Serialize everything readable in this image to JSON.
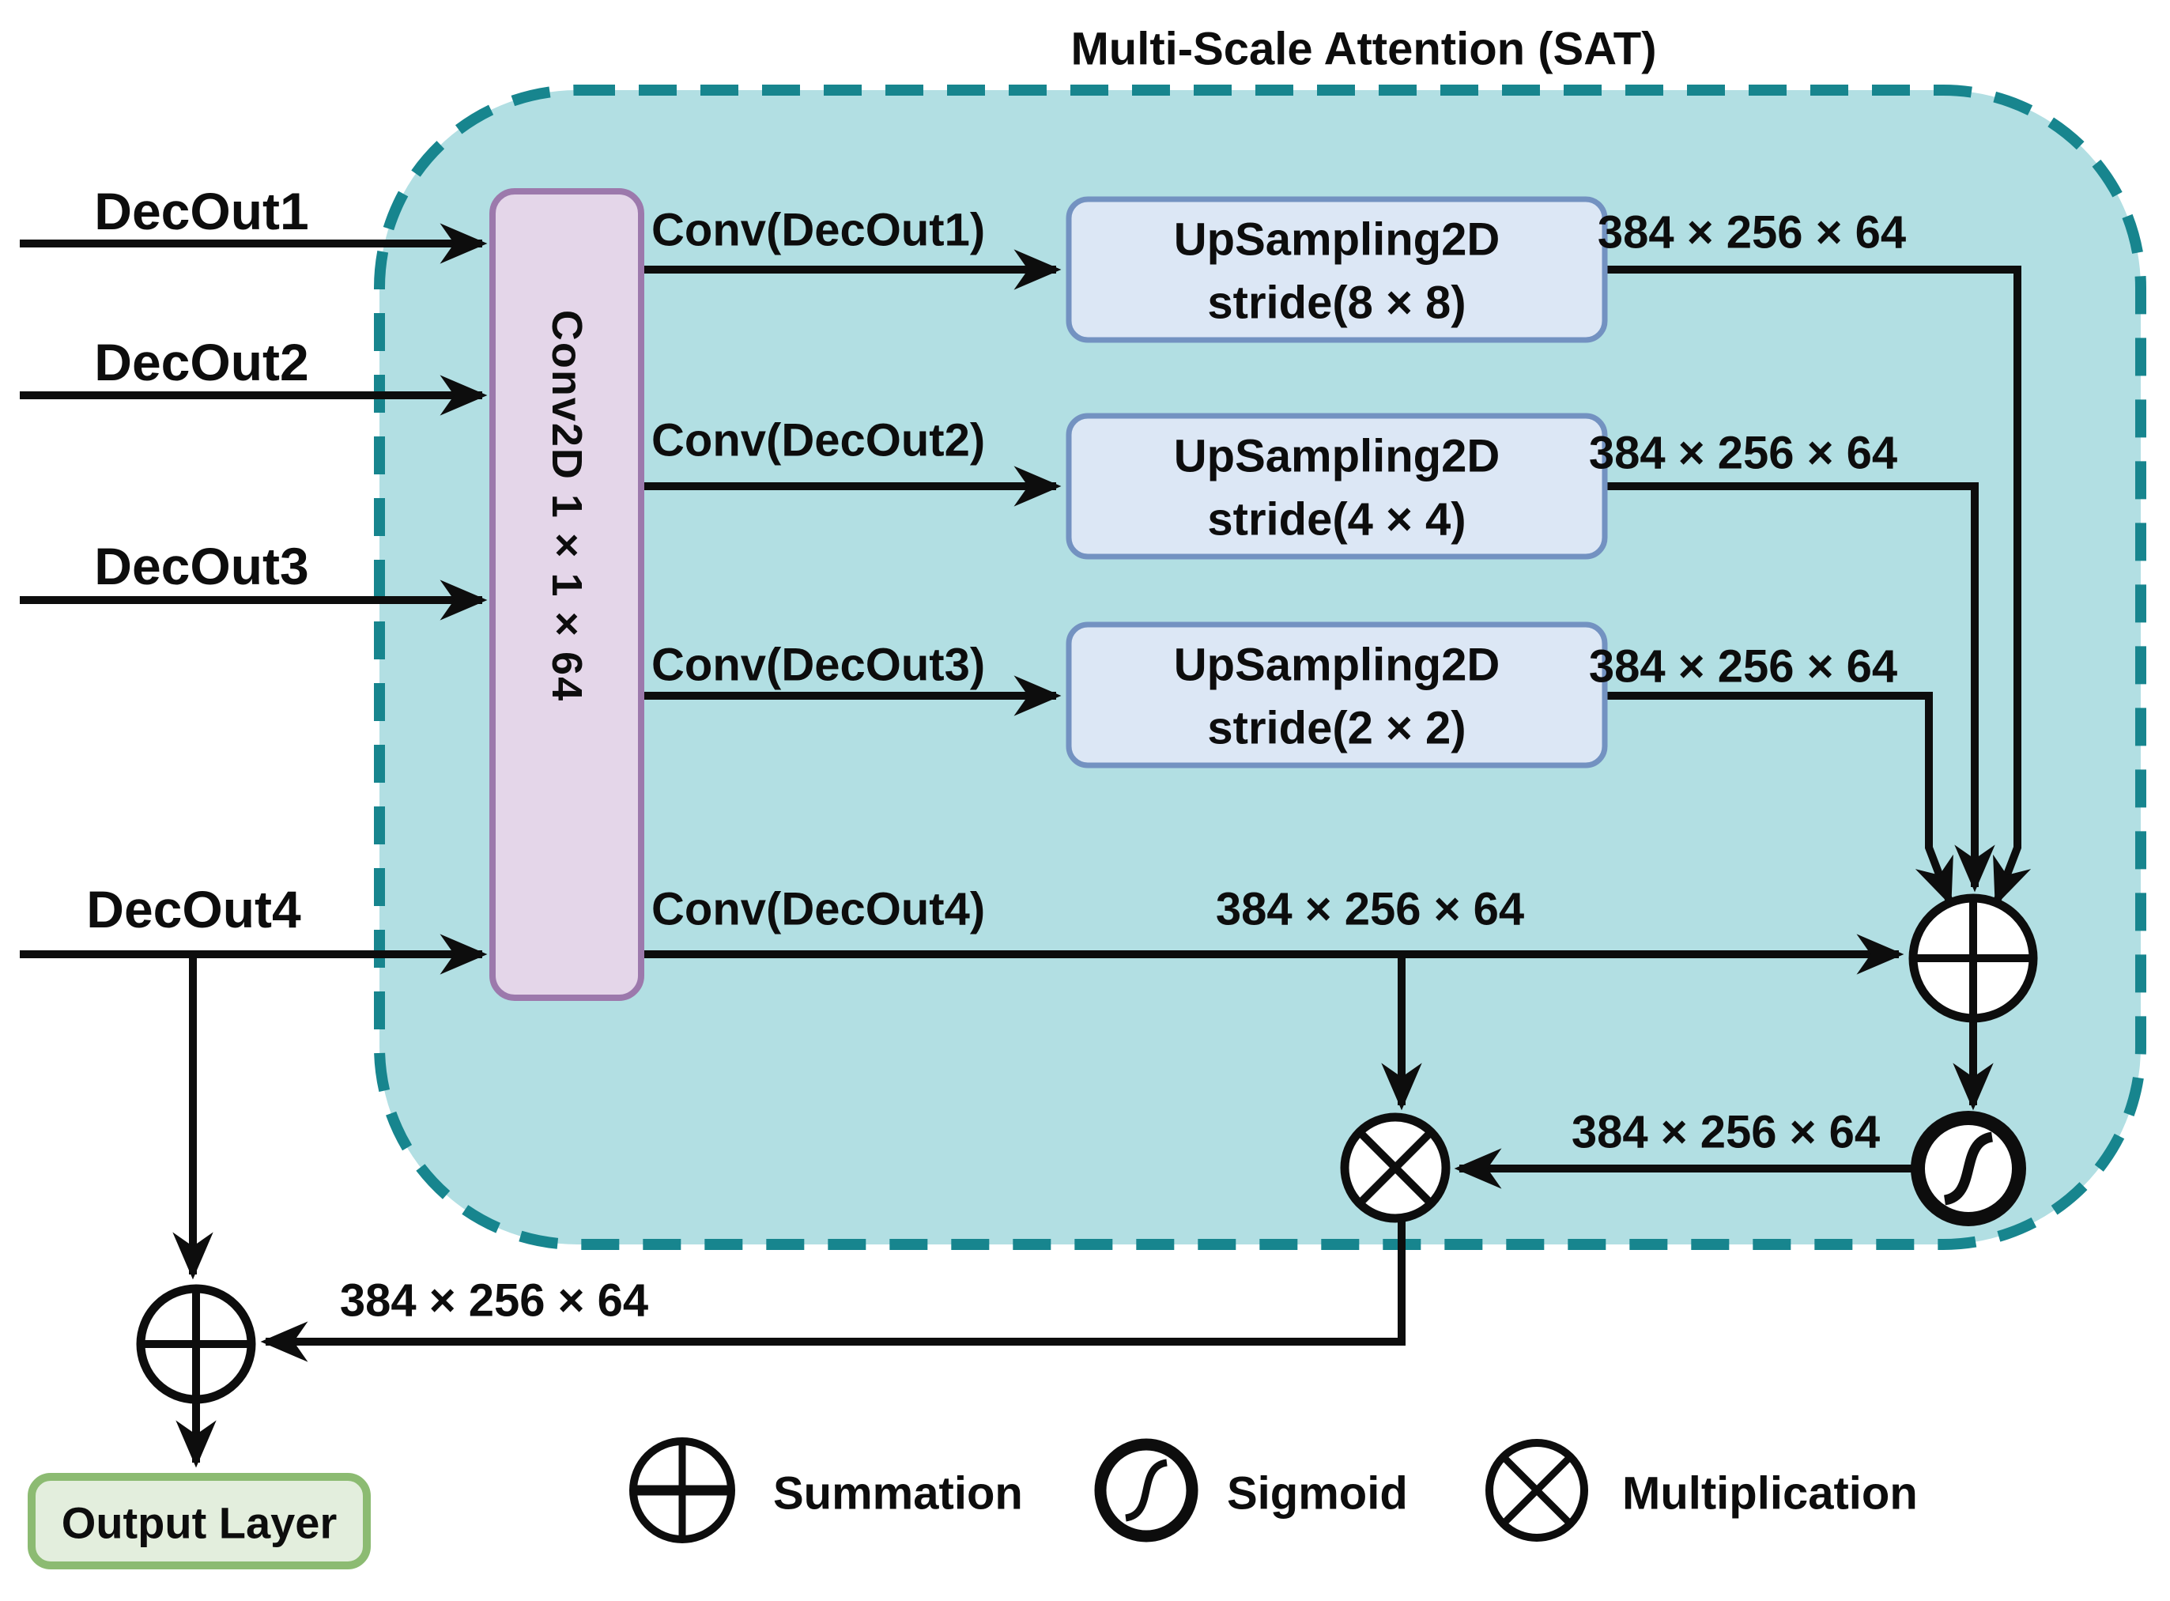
{
  "title": "Multi-Scale Attention (SAT)",
  "inputs": [
    {
      "label": "DecOut1"
    },
    {
      "label": "DecOut2"
    },
    {
      "label": "DecOut3"
    },
    {
      "label": "DecOut4"
    }
  ],
  "conv_block": {
    "label": "Conv2D 1 × 1 × 64"
  },
  "branches": [
    {
      "conv_label": "Conv(DecOut1)",
      "upsample_name": "UpSampling2D",
      "upsample_stride": "stride(8 × 8)",
      "output_shape": "384 × 256 × 64"
    },
    {
      "conv_label": "Conv(DecOut2)",
      "upsample_name": "UpSampling2D",
      "upsample_stride": "stride(4 × 4)",
      "output_shape": "384 × 256 × 64"
    },
    {
      "conv_label": "Conv(DecOut3)",
      "upsample_name": "UpSampling2D",
      "upsample_stride": "stride(2 × 2)",
      "output_shape": "384 × 256 × 64"
    },
    {
      "conv_label": "Conv(DecOut4)",
      "output_shape": "384 × 256 × 64"
    }
  ],
  "attention": {
    "sigmoid_to_mult_shape": "384 × 256 × 64"
  },
  "residual": {
    "shape": "384 × 256 × 64"
  },
  "output_layer": {
    "label": "Output Layer"
  },
  "legend": [
    {
      "icon": "summation-icon",
      "label": "Summation"
    },
    {
      "icon": "sigmoid-icon",
      "label": "Sigmoid"
    },
    {
      "icon": "multiplication-icon",
      "label": "Multiplication"
    }
  ],
  "colors": {
    "container_fill": "#b2dfe3",
    "container_border": "#17858e",
    "conv_fill": "#e4d6e9",
    "conv_border": "#9c79ac",
    "upsample_fill": "#dce7f5",
    "upsample_border": "#7392c1",
    "output_fill": "#e3eedd",
    "output_border": "#8cbb72"
  }
}
